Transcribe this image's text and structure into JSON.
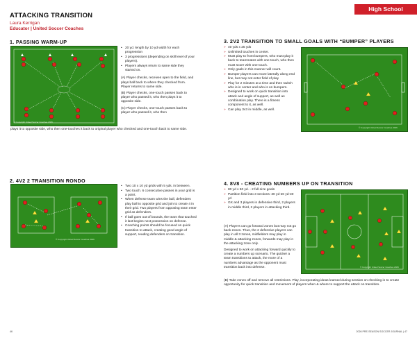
{
  "badge": "High School",
  "header": {
    "title": "ATTACKING TRANSITION",
    "author": "Laura Kerrigan",
    "affiliation": "Educator | United Soccer Coaches"
  },
  "copyright": "© Copyright United Soccer Coaches 2026",
  "s1": {
    "heading": "1. PASSING WARM-UP",
    "bullets": [
      "20 yd. length by 10 yd width for each progression",
      "3 progressions (depending on skill level of your players).",
      "Players always return to same side they started on."
    ],
    "para_a": "(A) Player checks, receives open to the field, and plays ball back to where they checked from. Player returns to same side.",
    "para_b": "(B) Player checks, one-touch passes back to player who passed it, who then plays it to opposite side.",
    "para_c": "(C) Player checks, one-touch passes back to player who passed it, who then",
    "para_c_wrap": "plays it to opposite side, who then one-touches it back to original player who checked and one-touch back to same side."
  },
  "s2": {
    "heading": "2. 4V2 2 TRANSITION RONDO",
    "bullets": [
      "Two 10 x 10 yd grids with 5 yds. in between.",
      "Two touch. 6 consecutive passes in your grid is a point.",
      "When defense team wins the ball, defenders play ball to opposite grid and join to create 4 in their grid. Two players from opposing team enter grid as defenders.",
      "If ball goes out of bounds, the team that touched it last begins next possession on defense.",
      "Coaching points should be focused on quick transition to attack, creating good angle of support, reading defenders on transition."
    ]
  },
  "s3": {
    "heading": "3. 2V2 TRANSITION TO SMALL GOALS WITH “BUMPER” PLAYERS",
    "bullets": [
      "40 yds x 25 yds",
      "Unlimited touches in center.",
      "Must play to front bumpers, who must play it back to teammates with one touch, who then must score with one touch.",
      "Only goals in this manner will count.",
      "Bumper players can move laterally along end line, but may not enter field of play",
      "Play for 2 minutes at a time and then switch who is in center and who is on bumpers.",
      "Designed to work on quick transition into attack and angle of support, as well as combination play. There is a fitness component to it, as well.",
      "Can play 3v3 in middle, as well."
    ]
  },
  "s4": {
    "heading": "4. 8V8 - CREATING NUMBERS UP ON TRANSITION",
    "bullets": [
      "80 yd x 50 yd. - 2 full-size goals",
      "Partition field into 3 sections: 30 yd-20 yd-30 yd",
      "GK and 3 players in defensive third, 2 players in middle third, 2 players in attacking third."
    ],
    "para_a": "(A) Players can go forward zones but may not go back zones. Thus, the 2 defensive players can play in all 3 zones, midfielders may play in middle & attacking zones, forwards may play in the attacking zone only.",
    "para_b": "Designed to work on attacking forward quickly to create a numbers up scenario. The quicker a team transitions to attack, the more of a numbers advantage as the opponent must transition back into defense.",
    "para_c": "(B) Take zones off and remove all restrictions. Play, incorporating ideas learned during session on checking in to create opportunity for quick transition and movement of players when & where to support the attack on transition."
  },
  "footer": {
    "left_page": "46",
    "right_page": "2026 PRE-SEASON SOCCER JOURNAL | 47"
  }
}
